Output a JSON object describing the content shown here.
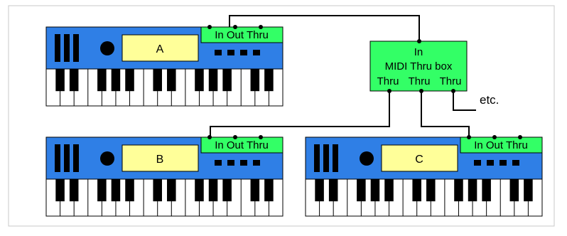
{
  "colors": {
    "frame": "#c8c8c8",
    "keyboard_body": "#2f7fe6",
    "keyboard_body_dark": "#1f5fbf",
    "display": "#ffff99",
    "port_box": "#33ff66",
    "stroke": "#000000",
    "background": "#ffffff"
  },
  "keyboards": [
    {
      "id": "A",
      "label": "A",
      "ports": {
        "in": "In",
        "out": "Out",
        "thru": "Thru"
      }
    },
    {
      "id": "B",
      "label": "B",
      "ports": {
        "in": "In",
        "out": "Out",
        "thru": "Thru"
      }
    },
    {
      "id": "C",
      "label": "C",
      "ports": {
        "in": "In",
        "out": "Out",
        "thru": "Thru"
      }
    }
  ],
  "thru_box": {
    "in_label": "In",
    "title": "MIDI Thru box",
    "outputs": [
      "Thru",
      "Thru",
      "Thru"
    ]
  },
  "etc_label": "etc."
}
